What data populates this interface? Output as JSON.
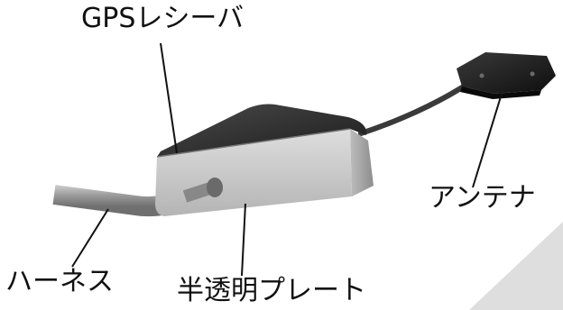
{
  "callouts": {
    "gps_receiver": "GPSレシーバ",
    "antenna": "アンテナ",
    "harness": "ハーネス",
    "translucent_plate": "半透明プレート"
  },
  "colors": {
    "background": "#ffffff",
    "receiver_top": "#2b2b2b",
    "receiver_front": "#cfcfcf",
    "antenna": "#1e1e1e",
    "cable": "#3a3a3a",
    "harness": "#9a9a9a",
    "leader_line": "#111111",
    "corner_shade": "#dedede"
  }
}
